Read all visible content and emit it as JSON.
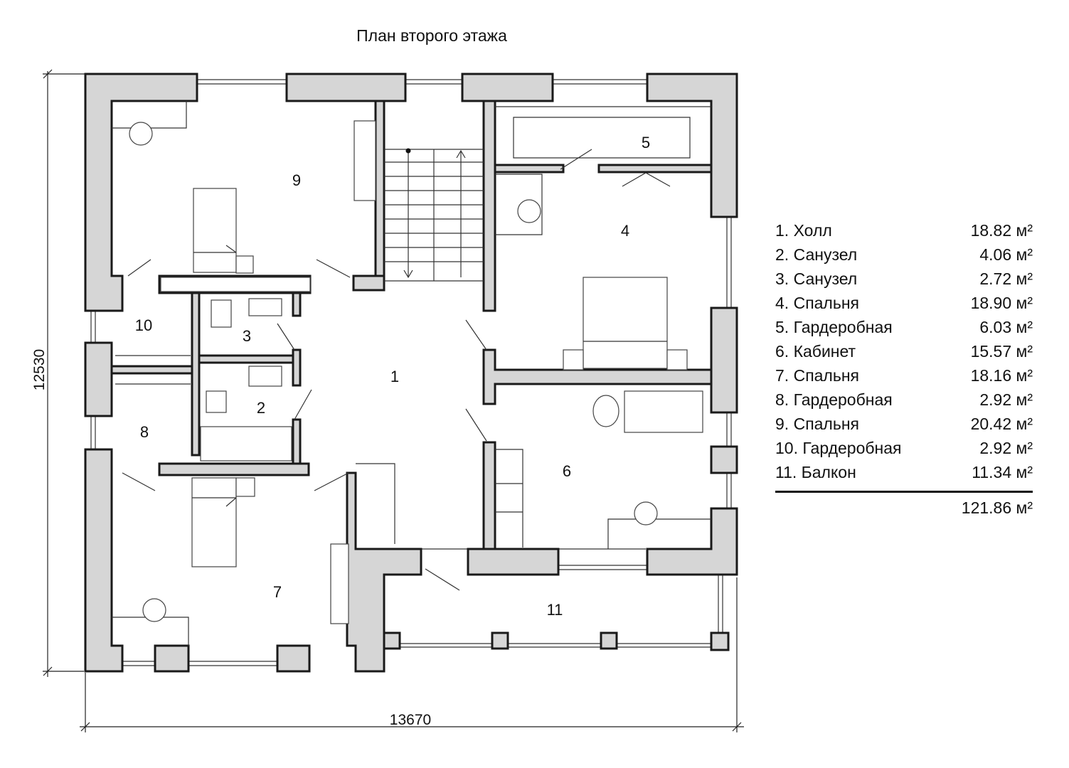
{
  "title": "План второго этажа",
  "dimensions": {
    "width": "13670",
    "height": "12530"
  },
  "rooms": [
    {
      "number": "1",
      "name": "Холл",
      "area": "18.82 м²"
    },
    {
      "number": "2",
      "name": "Санузел",
      "area": "4.06 м²"
    },
    {
      "number": "3",
      "name": "Санузел",
      "area": "2.72 м²"
    },
    {
      "number": "4",
      "name": "Спальня",
      "area": "18.90 м²"
    },
    {
      "number": "5",
      "name": "Гардеробная",
      "area": "6.03 м²"
    },
    {
      "number": "6",
      "name": "Кабинет",
      "area": "15.57 м²"
    },
    {
      "number": "7",
      "name": "Спальня",
      "area": "18.16 м²"
    },
    {
      "number": "8",
      "name": "Гардеробная",
      "area": "2.92 м²"
    },
    {
      "number": "9",
      "name": "Спальня",
      "area": "20.42 м²"
    },
    {
      "number": "10",
      "name": "Гардеробная",
      "area": "2.92 м²"
    },
    {
      "number": "11",
      "name": "Балкон",
      "area": "11.34 м²"
    }
  ],
  "total_area": "121.86 м²"
}
